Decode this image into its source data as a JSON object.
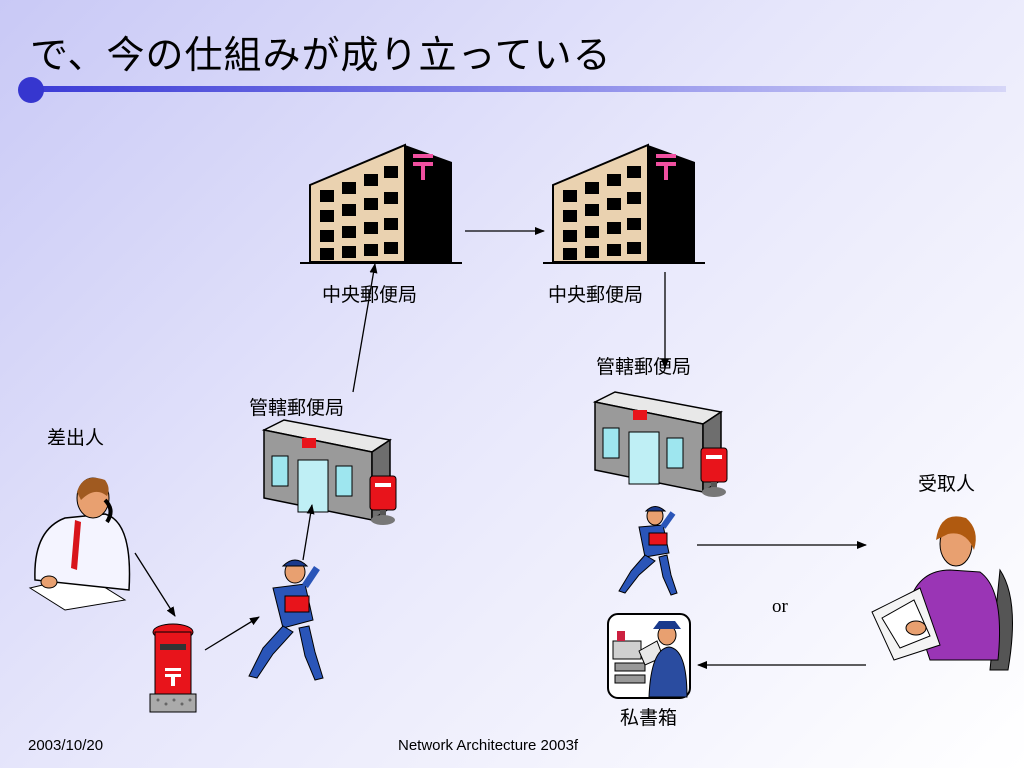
{
  "slide": {
    "title": "で、今の仕組みが成り立っている"
  },
  "labels": {
    "central_office_1": "中央郵便局",
    "central_office_2": "中央郵便局",
    "branch_office_sender": "管轄郵便局",
    "branch_office_receiver": "管轄郵便局",
    "sender": "差出人",
    "receiver": "受取人",
    "or": "or",
    "po_box": "私書箱"
  },
  "footer": {
    "date": "2003/10/20",
    "course": "Network Architecture 2003f"
  },
  "colors": {
    "accent": "#3636cf",
    "post_red": "#e8141b",
    "post_pink": "#f050a0"
  }
}
